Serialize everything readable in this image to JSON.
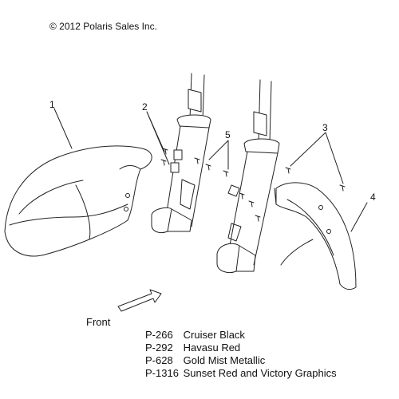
{
  "copyright": "© 2012 Polaris Sales Inc.",
  "callouts": [
    "1",
    "2",
    "3",
    "4",
    "5"
  ],
  "front_label": "Front",
  "legend": [
    {
      "code": "P-266",
      "name": "Cruiser Black"
    },
    {
      "code": "P-292",
      "name": "Havasu Red"
    },
    {
      "code": "P-628",
      "name": "Gold Mist Metallic"
    },
    {
      "code": "P-1316",
      "name": "Sunset Red and Victory Graphics"
    }
  ]
}
